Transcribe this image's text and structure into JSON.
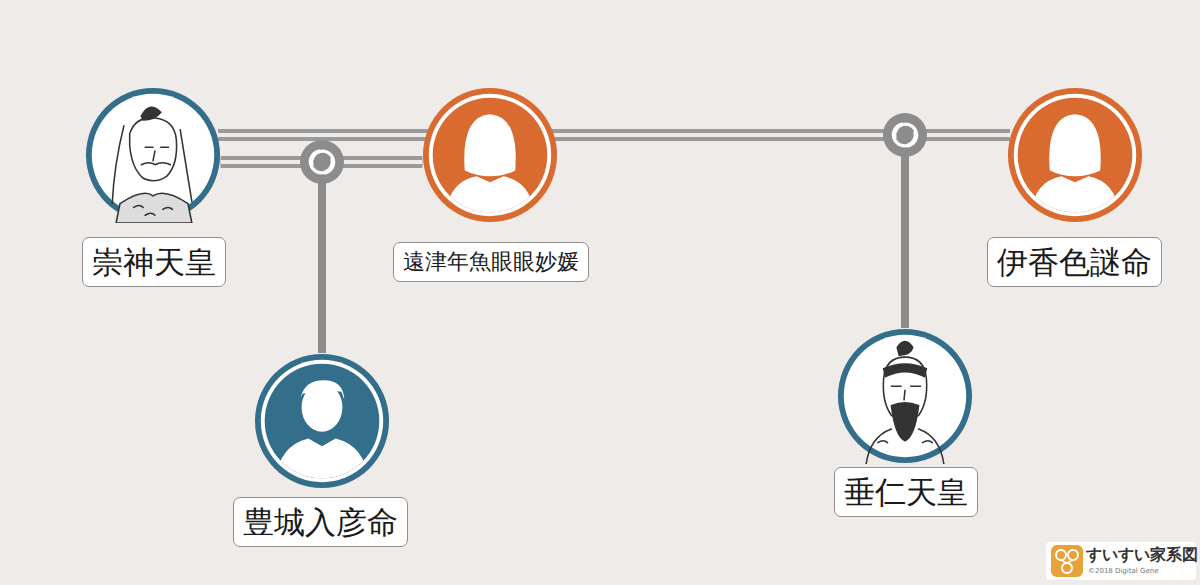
{
  "diagram": {
    "nodes": [
      {
        "text": [
          "崇神天皇"
        ]
      },
      {
        "text": [
          "遠津年魚眼眼妙媛"
        ]
      },
      {
        "text": [
          "伊香色謎命"
        ]
      },
      {
        "text": [
          "豊城入彦命"
        ]
      },
      {
        "text": [
          "垂仁天皇"
        ]
      }
    ],
    "edges": [
      {
        "from": 0,
        "to": 1,
        "arrow": "none"
      },
      {
        "from": 0,
        "to": 2,
        "arrow": "none"
      },
      {
        "from": 0,
        "to": 3,
        "arrow": "none"
      },
      {
        "from": 1,
        "to": 3,
        "arrow": "none"
      },
      {
        "from": 0,
        "to": 4,
        "arrow": "none"
      },
      {
        "from": 2,
        "to": 4,
        "arrow": "none"
      }
    ],
    "labels": [
      "すいすい家系図",
      "©2018 Digital Gene"
    ]
  }
}
